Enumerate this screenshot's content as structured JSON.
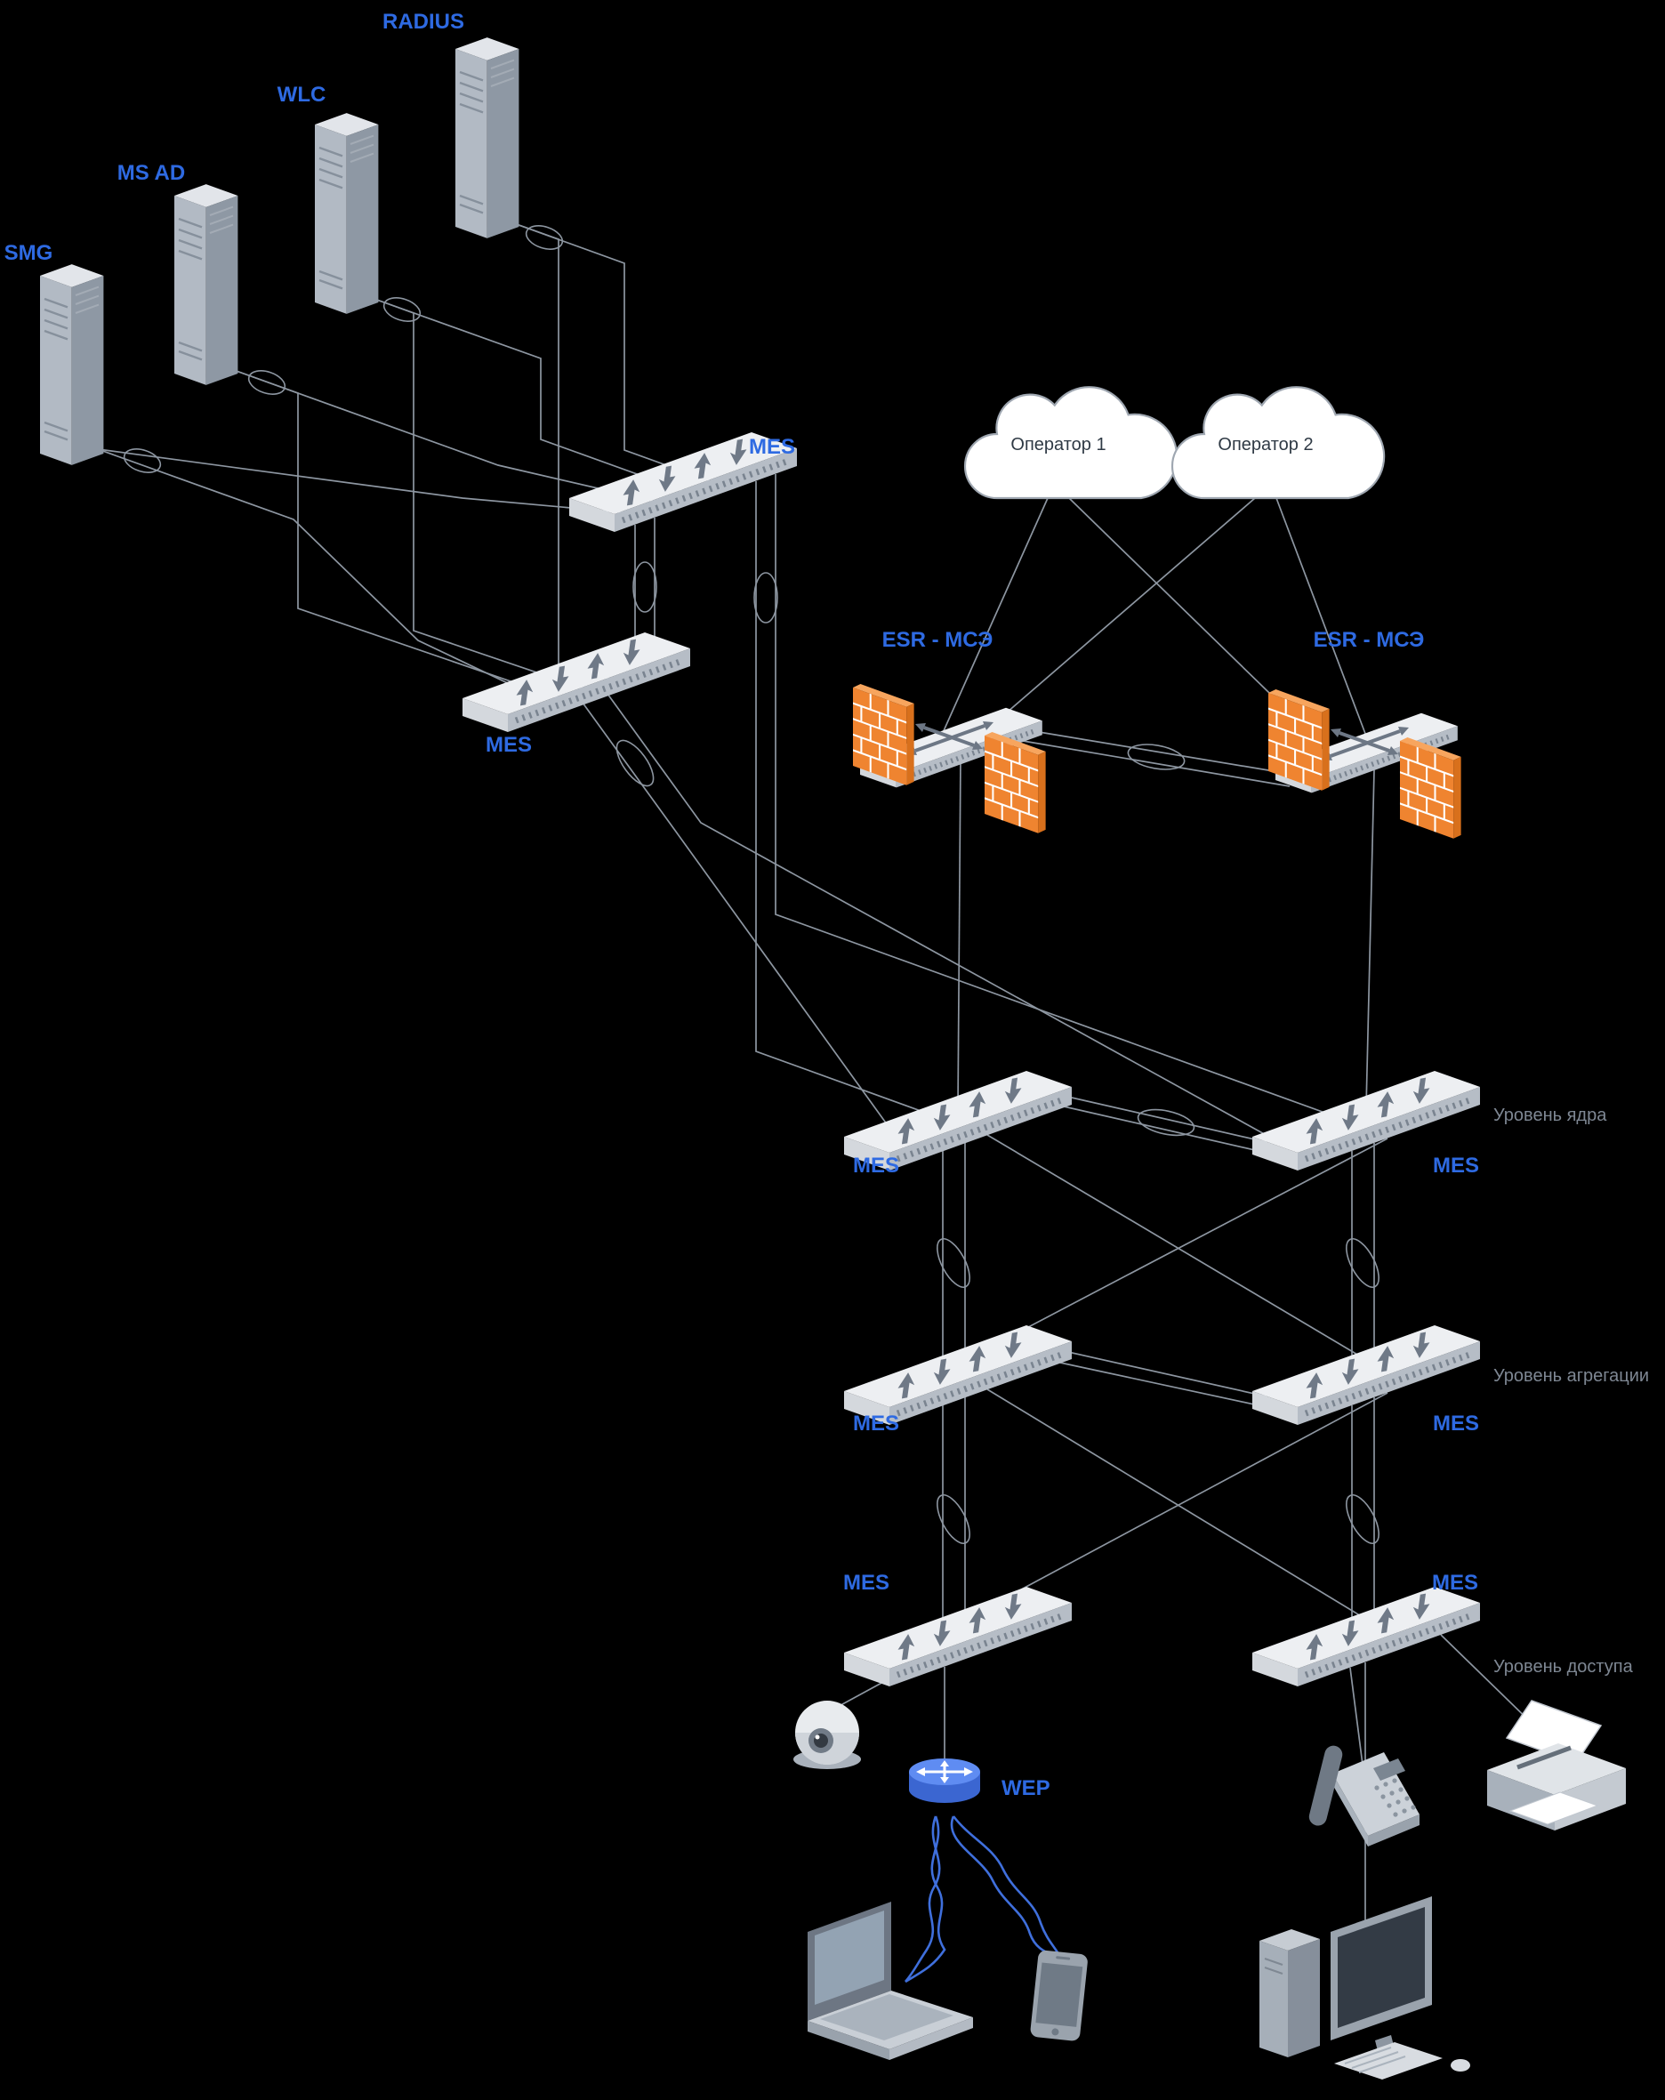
{
  "colors": {
    "background": "#000000",
    "device_label": "#2e6ae2",
    "layer_label": "#7e8793",
    "cloud_label": "#2f3a45",
    "cable_line": "#8d96a1",
    "wireless_line": "#3f6fdc",
    "firewall_brick": "#ef8430",
    "wep_body": "#3b66d1",
    "switch_top": "#edeff2"
  },
  "labels": {
    "smg": "SMG",
    "ms_ad": "MS AD",
    "wlc": "WLC",
    "radius": "RADIUS",
    "mes": "MES",
    "esr": "ESR - МСЭ",
    "operator1": "Оператор 1",
    "operator2": "Оператор 2",
    "wep": "WEP",
    "layer_core": "Уровень ядра",
    "layer_aggregation": "Уровень агрегации",
    "layer_access": "Уровень доступа"
  },
  "nodes": {
    "servers": [
      {
        "label": "SMG"
      },
      {
        "label": "MS AD"
      },
      {
        "label": "WLC"
      },
      {
        "label": "RADIUS"
      }
    ],
    "switches_mes_count": 8,
    "routers_esr_count": 2,
    "clouds": [
      "Оператор 1",
      "Оператор 2"
    ],
    "edge_devices": [
      "camera",
      "wep-access-point",
      "laptop",
      "smartphone",
      "ip-phone",
      "printer",
      "desktop-pc"
    ]
  }
}
